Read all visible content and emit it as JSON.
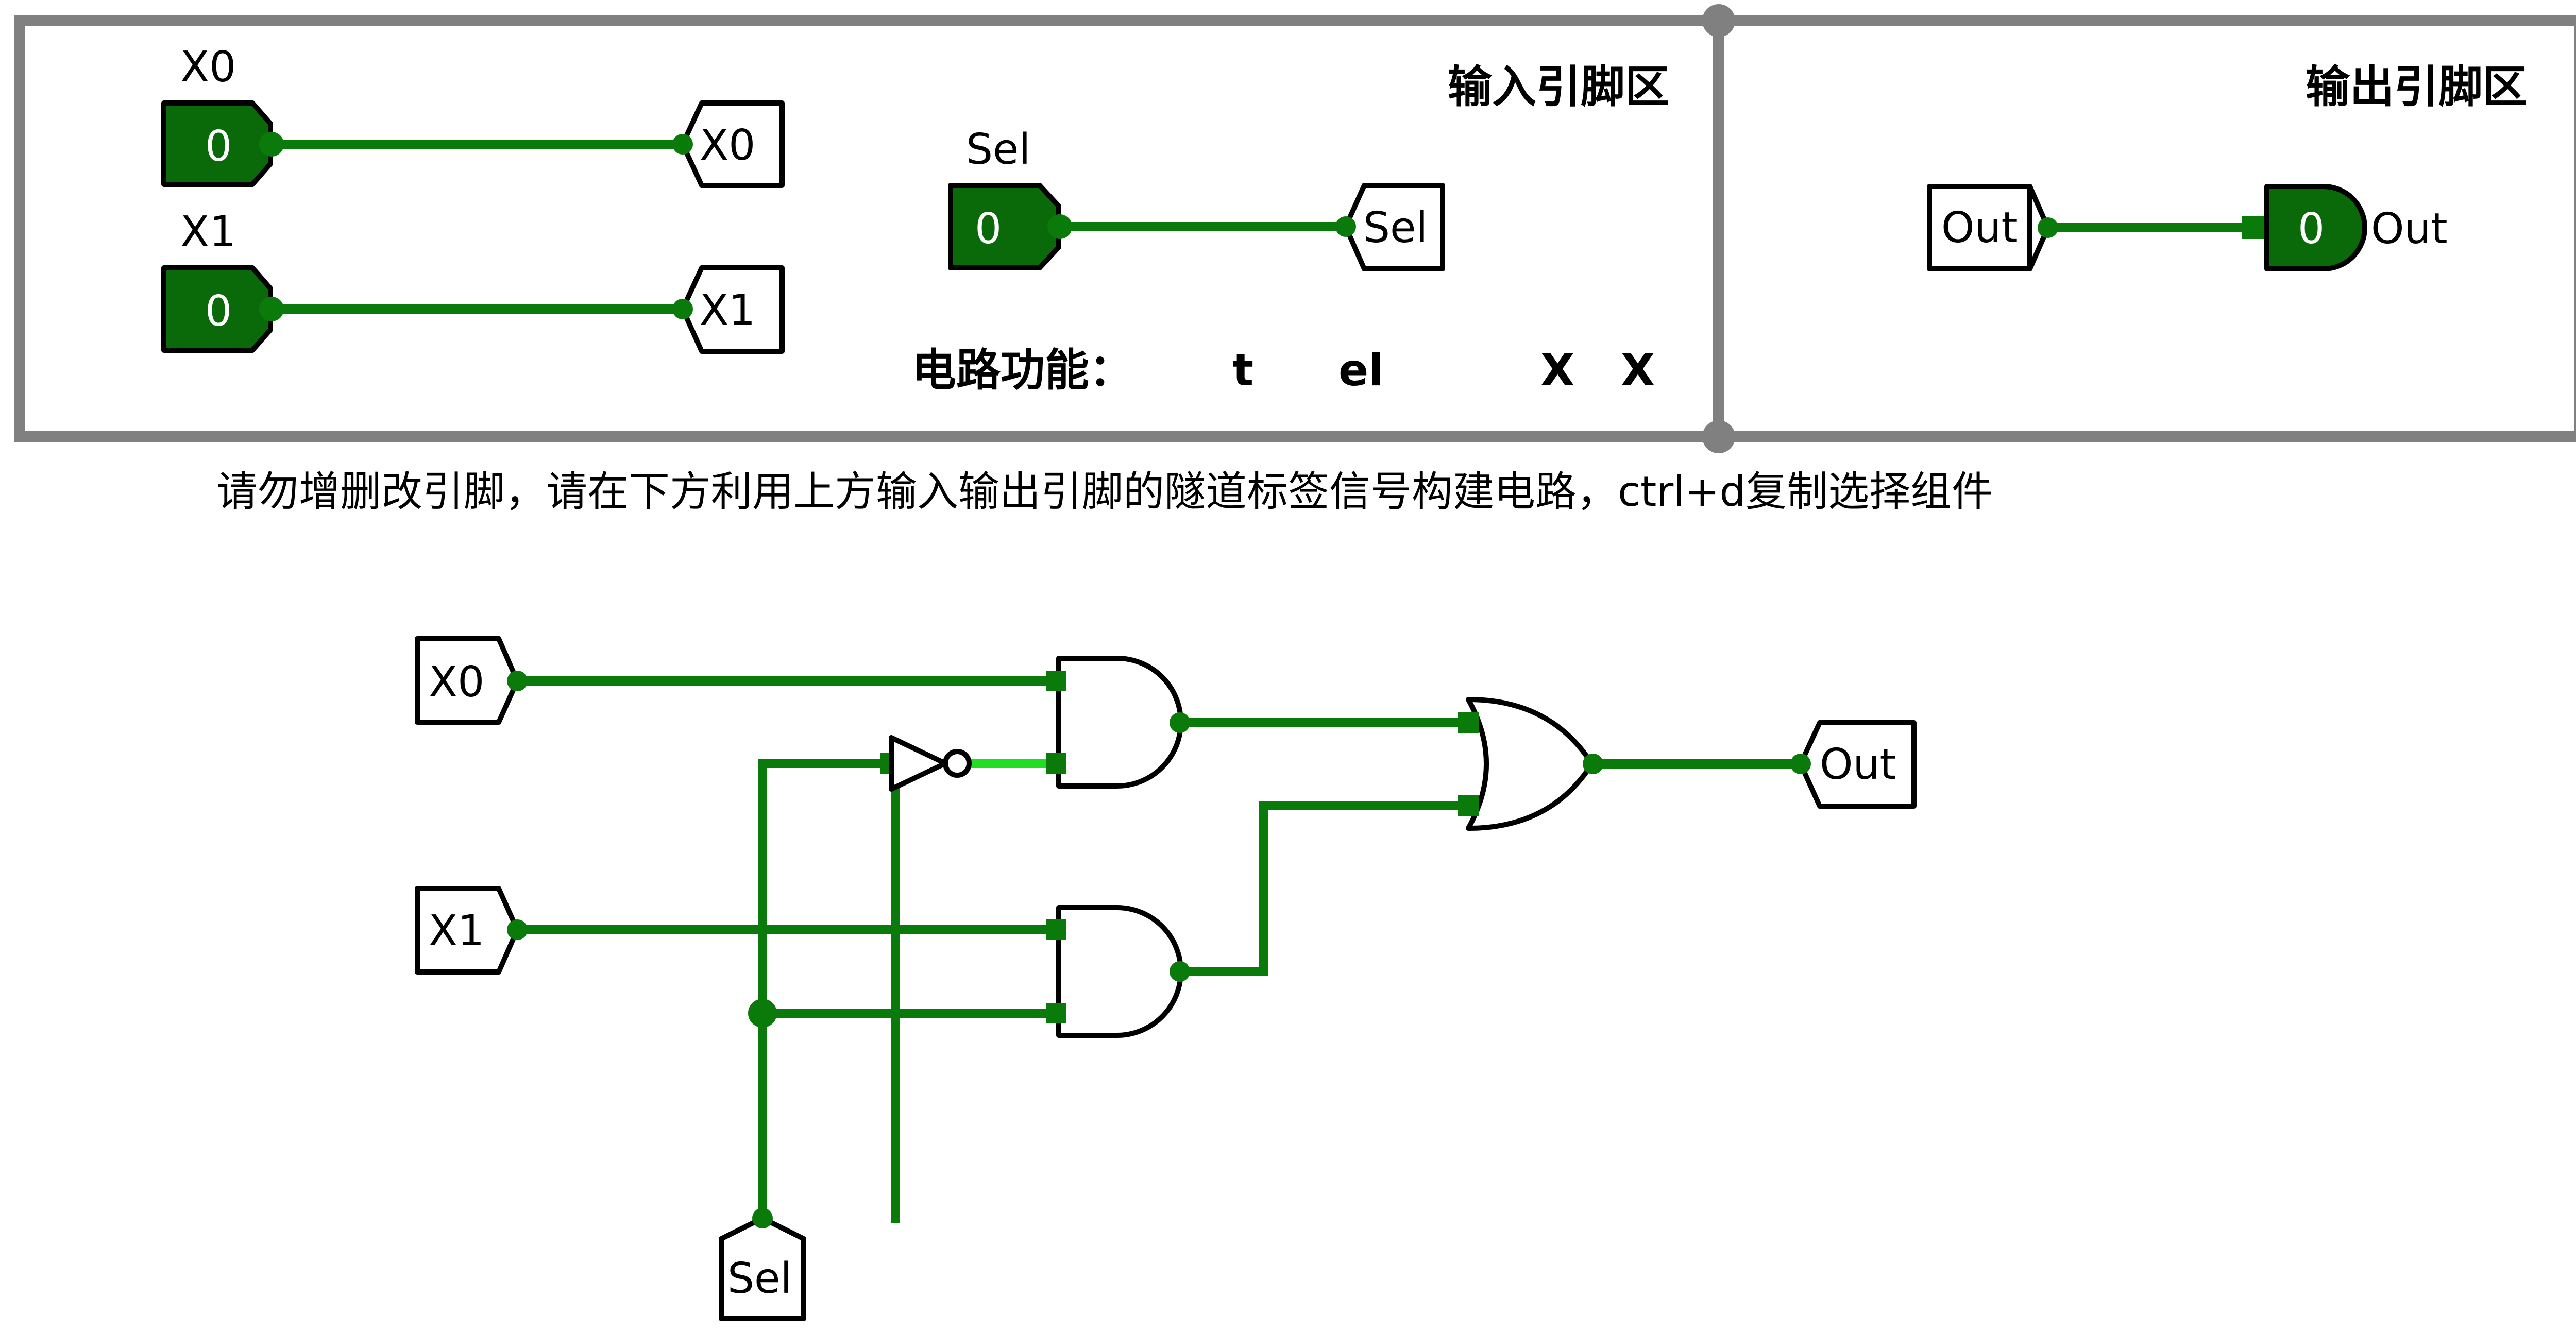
{
  "panels": {
    "input_title": "输入引脚区",
    "output_title": "输出引脚区",
    "function_label": "电路功能：",
    "function_fragments": [
      "t",
      "el",
      "X",
      "X"
    ]
  },
  "instruction": "请勿增删改引脚，请在下方利用上方输入输出引脚的隧道标签信号构建电路，ctrl+d复制选择组件",
  "input_pins": [
    {
      "label": "X0",
      "value": "0",
      "tunnel": "X0"
    },
    {
      "label": "X1",
      "value": "0",
      "tunnel": "X1"
    },
    {
      "label": "Sel",
      "value": "0",
      "tunnel": "Sel"
    }
  ],
  "output_pin": {
    "tunnel": "Out",
    "value": "0",
    "label": "Out"
  },
  "circuit": {
    "tunnels": {
      "x0": "X0",
      "x1": "X1",
      "sel": "Sel",
      "out": "Out"
    },
    "gates": [
      "NOT",
      "AND",
      "AND",
      "OR"
    ]
  },
  "colors": {
    "wire": "#0a7a0a",
    "wire_active": "#22dd22",
    "pin_fill": "#0a6a0a",
    "border": "#808080"
  }
}
